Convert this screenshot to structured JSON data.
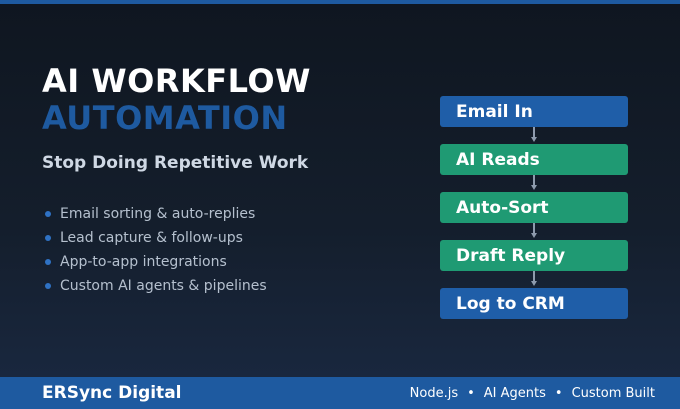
{
  "colors": {
    "accent_blue": "#1e5aa0",
    "step_blue": "#1f5ea8",
    "step_green": "#1f9a73",
    "bullet_blue": "#2f72c4"
  },
  "header": {
    "title_line1": "AI WORKFLOW",
    "title_line2": "AUTOMATION",
    "subtitle": "Stop Doing Repetitive Work"
  },
  "features": [
    "Email sorting & auto-replies",
    "Lead capture & follow-ups",
    "App-to-app integrations",
    "Custom AI agents & pipelines"
  ],
  "flow": {
    "steps": [
      {
        "label": "Email In",
        "color": "#1f5ea8"
      },
      {
        "label": "AI Reads",
        "color": "#1f9a73"
      },
      {
        "label": "Auto-Sort",
        "color": "#1f9a73"
      },
      {
        "label": "Draft Reply",
        "color": "#1f9a73"
      },
      {
        "label": "Log to CRM",
        "color": "#1f5ea8"
      }
    ]
  },
  "footer": {
    "brand": "ERSync Digital",
    "tags": [
      "Node.js",
      "AI Agents",
      "Custom Built"
    ],
    "separator": "•"
  }
}
